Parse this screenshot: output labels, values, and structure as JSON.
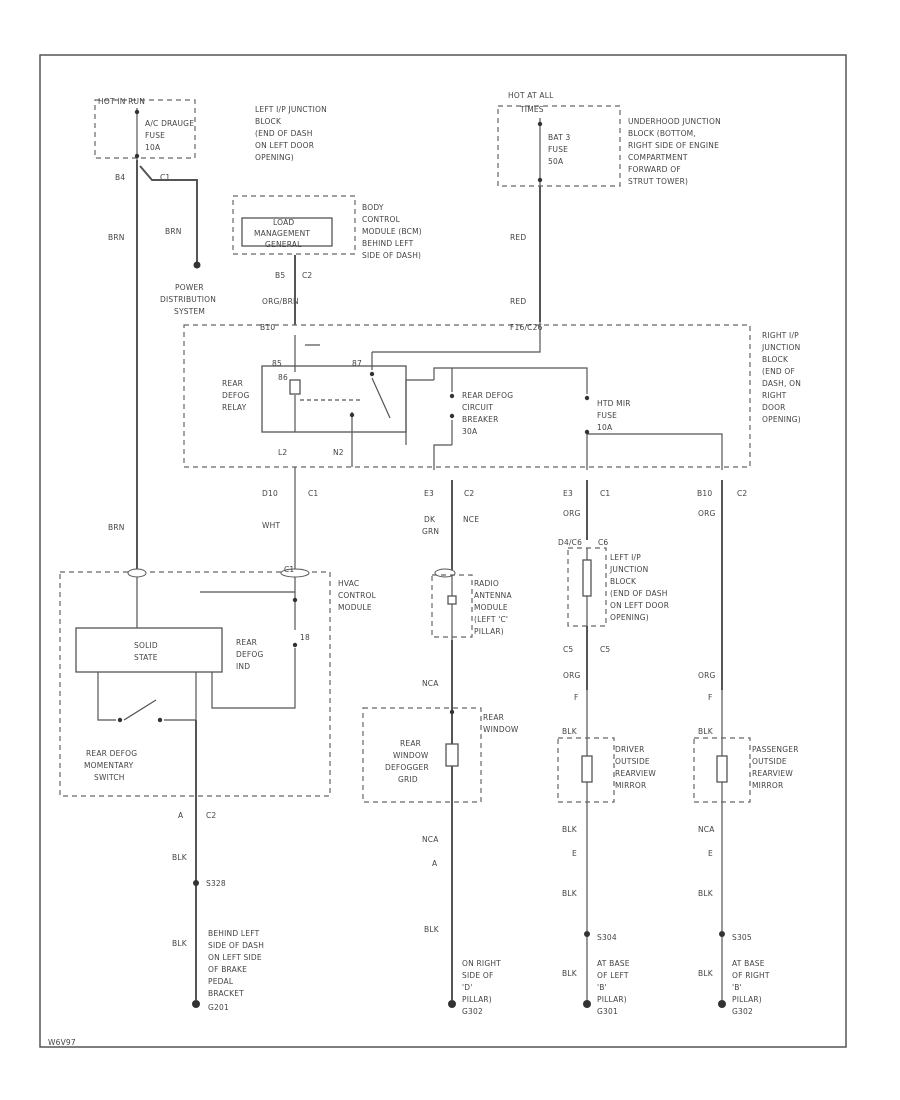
{
  "colors": {
    "brn": "#d9b97a",
    "org": "#f4b27a",
    "red": "#f29090",
    "dkgrn": "#7fd07f"
  },
  "footer_code": "W6V97",
  "fuse_left": {
    "hot": "HOT IN RUN",
    "fuse": [
      "A/C DRAUGE",
      "FUSE",
      "10A"
    ],
    "location": [
      "LEFT I/P JUNCTION",
      "BLOCK",
      "(END OF DASH",
      "ON LEFT DOOR",
      "OPENING)"
    ],
    "pin_b4": "B4",
    "pin_c1": "C1",
    "wire_brn_1": "BRN",
    "wire_brn_2": "BRN",
    "wire_brn_3": "BRN"
  },
  "power_dist": [
    "POWER",
    "DISTRIBUTION",
    "SYSTEM"
  ],
  "fuse_right": {
    "hot": [
      "HOT AT ALL",
      "TIMES"
    ],
    "fuse": [
      "BAT 3",
      "FUSE",
      "50A"
    ],
    "location": [
      "UNDERHOOD JUNCTION",
      "BLOCK (BOTTOM,",
      "RIGHT SIDE OF ENGINE",
      "COMPARTMENT",
      "FORWARD OF",
      "STRUT TOWER)"
    ],
    "wire_red_1": "RED",
    "wire_red_2": "RED"
  },
  "load_mgmt": {
    "label": [
      "LOAD",
      "MANAGEMENT",
      "GENERAL"
    ],
    "location": [
      "BODY",
      "CONTROL",
      "MODULE (BCM)",
      "BEHIND LEFT",
      "SIDE OF DASH)"
    ],
    "pin": "B5",
    "conn": "C2",
    "wire": "ORG/BRN"
  },
  "junction_right": {
    "pin_left": "B10",
    "pin_right": "F16/C26",
    "location": [
      "RIGHT I/P",
      "JUNCTION",
      "BLOCK",
      "(END OF",
      "DASH, ON",
      "RIGHT",
      "DOOR",
      "OPENING)"
    ],
    "relay_label": [
      "REAR",
      "DEFOG",
      "RELAY"
    ],
    "relay_pin_85": "85",
    "relay_pin_86": "86",
    "relay_pin_87": "87",
    "breaker": [
      "REAR DEFOG",
      "CIRCUIT",
      "BREAKER",
      "30A"
    ],
    "htd_fuse": [
      "HTD MIR",
      "FUSE",
      "10A"
    ],
    "pin_l2": "L2",
    "pin_n2": "N2"
  },
  "conn_row": {
    "c1": [
      "D10",
      "C1"
    ],
    "c2": [
      "E3",
      "C2"
    ],
    "c3": [
      "E3",
      "C1"
    ],
    "c4": [
      "B10",
      "C2"
    ]
  },
  "wires_mid": {
    "wht": "WHT",
    "dkgrn": [
      "DK",
      "GRN"
    ],
    "dkgrn_tag": "NCE",
    "org1": "ORG",
    "org2": "ORG",
    "org3": "ORG",
    "org4": "ORG",
    "brn_mid": "BRN"
  },
  "hvac": {
    "module": [
      "HVAC",
      "CONTROL",
      "MODULE"
    ],
    "solid_state": [
      "SOLID",
      "STATE"
    ],
    "rear_defog_ind": [
      "REAR",
      "DEFOG",
      "IND"
    ],
    "switch": [
      "REAR DEFOG",
      "MOMENTARY",
      "SWITCH"
    ],
    "pin_a": "A",
    "conn": "C2",
    "pin_top": "18",
    "pin_conn": "C1"
  },
  "radio_module": [
    "RADIO",
    "ANTENNA",
    "MODULE",
    "(LEFT 'C'",
    "PILLAR)"
  ],
  "junction_left2": {
    "pins": [
      "D4/C6",
      "C6"
    ],
    "location": [
      "LEFT I/P",
      "JUNCTION",
      "BLOCK",
      "(END OF DASH",
      "ON LEFT DOOR",
      "OPENING)"
    ],
    "conn_bottom": [
      "C5",
      "C5"
    ]
  },
  "rear_window": {
    "label": [
      "REAR",
      "WINDOW",
      "DEFOGGER",
      "GRID"
    ],
    "location": [
      "REAR",
      "WINDOW"
    ],
    "wire_top": "NCA",
    "wire_bot": "NCA"
  },
  "mirrors": {
    "driver": [
      "DRIVER",
      "OUTSIDE",
      "REARVIEW",
      "MIRROR"
    ],
    "passenger": [
      "PASSENGER",
      "OUTSIDE",
      "REARVIEW",
      "MIRROR"
    ],
    "pin_e": "E",
    "pin_f": "F",
    "blk": "BLK"
  },
  "grounds": {
    "g1": {
      "splice": "S328",
      "wire": "BLK",
      "location": [
        "BEHIND LEFT",
        "SIDE OF DASH",
        "ON LEFT SIDE",
        "OF BRAKE",
        "PEDAL",
        "BRACKET"
      ],
      "id": "G201"
    },
    "g2": {
      "wire": "BLK",
      "location": [
        "ON RIGHT",
        "SIDE OF",
        "'D'",
        "PILLAR)"
      ],
      "id": "G302"
    },
    "g3": {
      "splice": "S304",
      "wire": "BLK",
      "location": [
        "AT BASE",
        "OF LEFT",
        "'B'",
        "PILLAR)"
      ],
      "id": "G301"
    },
    "g4": {
      "splice": "S305",
      "wire": "BLK",
      "location": [
        "AT BASE",
        "OF RIGHT",
        "'B'",
        "PILLAR)"
      ],
      "id": "G302"
    }
  }
}
